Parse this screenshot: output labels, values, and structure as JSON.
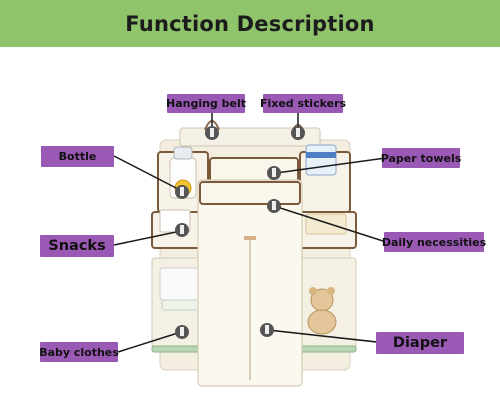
{
  "banner": {
    "title": "Function Description"
  },
  "labels": {
    "hanging_belt": "Hanging belt",
    "fixed_stickers": "Fixed stickers",
    "bottle": "Bottle",
    "paper_towels": "Paper towels",
    "snacks": "Snacks",
    "daily_necessities": "Daily necessities",
    "baby_clothes": "Baby clothes",
    "diaper": "Diaper"
  },
  "colors": {
    "banner": "#8fc46b",
    "label": "#9b59b6",
    "organizer": "#f6f1e4",
    "trim": "#7a5a3a"
  }
}
